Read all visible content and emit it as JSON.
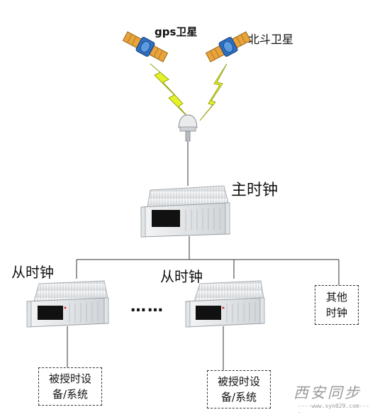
{
  "satellites": {
    "gps_label": "gps卫星",
    "beidou_label": "北斗卫星"
  },
  "main_clock": {
    "label": "主时钟"
  },
  "slave_clocks": [
    {
      "label": "从时钟"
    },
    {
      "label": "从时钟"
    }
  ],
  "ellipsis": "……",
  "other_clock": {
    "line1": "其他",
    "line2": "时钟"
  },
  "devices": [
    {
      "line1": "被授时设",
      "line2": "备/系统"
    },
    {
      "line1": "被授时设",
      "line2": "备/系统"
    }
  ],
  "watermark": {
    "brand": "西安同步",
    "url": "----www.syn029.com----"
  },
  "colors": {
    "lightning": "#e4f22b",
    "satellite_body": "#2d6fc4",
    "satellite_panel": "#e8a33a",
    "device_body": "#e9ecef",
    "device_screen": "#111111",
    "line": "#333333"
  }
}
